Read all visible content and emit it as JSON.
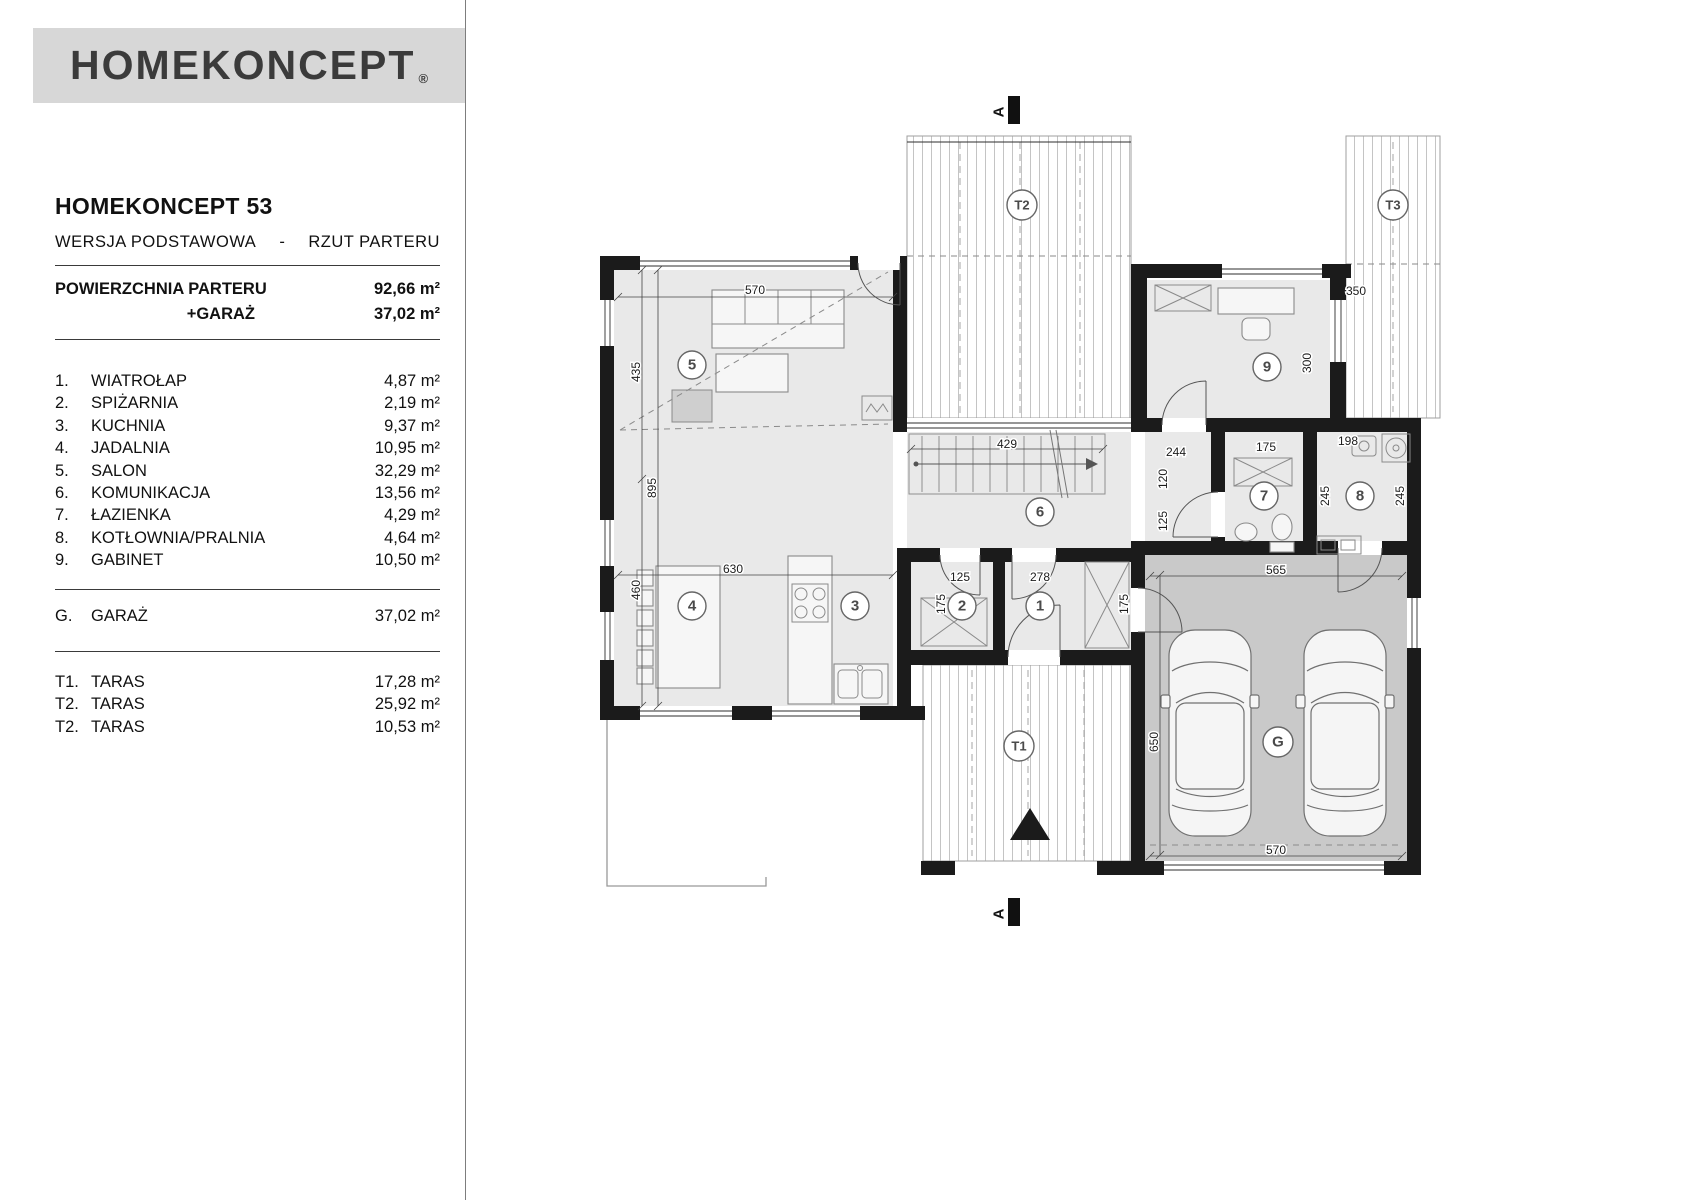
{
  "logo": {
    "text": "HOMEKONCEPT",
    "reg": "®"
  },
  "header": {
    "title": "HOMEKONCEPT 53",
    "version": "WERSJA  PODSTAWOWA",
    "dash": "-",
    "view": "RZUT PARTERU"
  },
  "summary": {
    "floor_label": "POWIERZCHNIA PARTERU",
    "floor_value": "92,66 m²",
    "garage_label": "+GARAŻ",
    "garage_value": "37,02 m²"
  },
  "rooms": [
    {
      "num": "1.",
      "name": "WIATROŁAP",
      "area": "4,87 m²"
    },
    {
      "num": "2.",
      "name": "SPIŻARNIA",
      "area": "2,19 m²"
    },
    {
      "num": "3.",
      "name": "KUCHNIA",
      "area": "9,37 m²"
    },
    {
      "num": "4.",
      "name": "JADALNIA",
      "area": "10,95 m²"
    },
    {
      "num": "5.",
      "name": "SALON",
      "area": "32,29 m²"
    },
    {
      "num": "6.",
      "name": "KOMUNIKACJA",
      "area": "13,56 m²"
    },
    {
      "num": "7.",
      "name": "ŁAZIENKA",
      "area": "4,29 m²"
    },
    {
      "num": "8.",
      "name": "KOTŁOWNIA/PRALNIA",
      "area": "4,64 m²"
    },
    {
      "num": "9.",
      "name": "GABINET",
      "area": "10,50 m²"
    }
  ],
  "garage": {
    "num": "G.",
    "name": "GARAŻ",
    "area": "37,02 m²"
  },
  "terraces": [
    {
      "num": "T1.",
      "name": "TARAS",
      "area": "17,28 m²"
    },
    {
      "num": "T2.",
      "name": "TARAS",
      "area": "25,92 m²"
    },
    {
      "num": "T2.",
      "name": "TARAS",
      "area": "10,53 m²"
    }
  ],
  "plan": {
    "section_label": "A",
    "labels": {
      "r1": "1",
      "r2": "2",
      "r3": "3",
      "r4": "4",
      "r5": "5",
      "r6": "6",
      "r7": "7",
      "r8": "8",
      "r9": "9",
      "t1": "T1",
      "t2": "T2",
      "t3": "T3",
      "g": "G"
    },
    "dims": {
      "salon_top": "570",
      "salon_upper_h": "435",
      "left_total_h": "895",
      "lower_left_h": "460",
      "dining_w": "630",
      "stairs_w": "429",
      "hall_w": "244",
      "hall_h_upper": "120",
      "hall_h_lower": "125",
      "office_w": "350",
      "office_h": "300",
      "bath_w": "175",
      "boiler_w": "198",
      "bath_h": "245",
      "boiler_h": "245",
      "pantry_w": "125",
      "entry_w": "278",
      "pantry_h": "175",
      "entry_h": "175",
      "garage_w_top": "565",
      "garage_h": "650",
      "garage_w_bottom": "570"
    }
  },
  "colors": {
    "wall": "#1b1b1b",
    "room_fill": "#e9e9e9",
    "garage_fill": "#c9c9c9",
    "logo_bg": "#d7d7d7",
    "text_dark": "#111111",
    "furniture_line": "#8a8a8a",
    "terrace_line": "#9f9f9f"
  }
}
